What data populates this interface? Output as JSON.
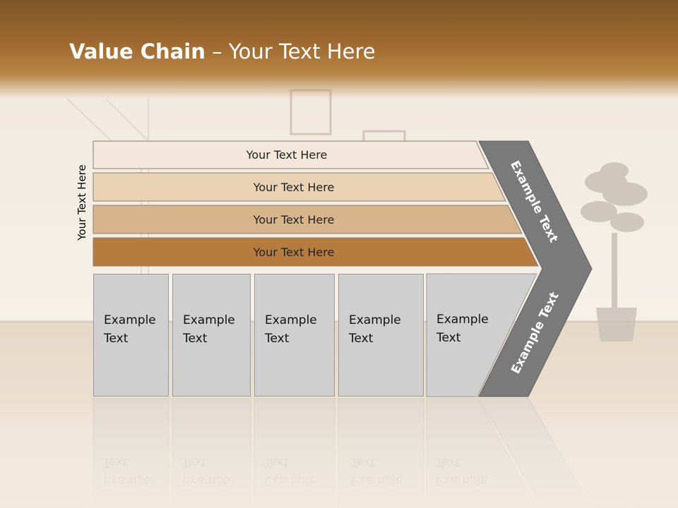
{
  "slide": {
    "title_bold": "Value Chain",
    "title_rest": " – Your Text Here",
    "side_label": "Your Text Here"
  },
  "bands": [
    {
      "label": "Your Text Here",
      "color": "#f2e7da"
    },
    {
      "label": "Your Text Here",
      "color": "#e9d2b4"
    },
    {
      "label": "Your Text Here",
      "color": "#d8b48b"
    },
    {
      "label": "Your Text Here",
      "color": "#b57c3d"
    }
  ],
  "boxes": [
    {
      "line1": "Example",
      "line2": "Text"
    },
    {
      "line1": "Example",
      "line2": "Text"
    },
    {
      "line1": "Example",
      "line2": "Text"
    },
    {
      "line1": "Example",
      "line2": "Text"
    },
    {
      "line1": "Example",
      "line2": "Text"
    }
  ],
  "chevron": {
    "upper_text": "Example Text",
    "lower_text": "Example Text",
    "color": "#7a7a7a"
  }
}
